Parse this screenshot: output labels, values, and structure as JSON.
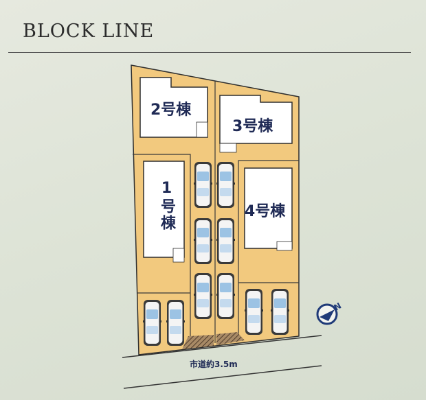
{
  "title": "BLOCK LINE",
  "lots": [
    {
      "id": "2",
      "label": "2号棟"
    },
    {
      "id": "3",
      "label": "3号棟"
    },
    {
      "id": "1",
      "label": "1号棟"
    },
    {
      "id": "4",
      "label": "4号棟"
    }
  ],
  "road_label": "市道約3.5m",
  "compass": {
    "label": "N",
    "icon": "north-arrow-icon"
  },
  "colors": {
    "lot": "#f2c97e",
    "building": "#ffffff",
    "outline": "#2e2e2e",
    "label": "#1f2a55",
    "compass": "#1f3a78",
    "hatch": "#6b4f3a"
  }
}
